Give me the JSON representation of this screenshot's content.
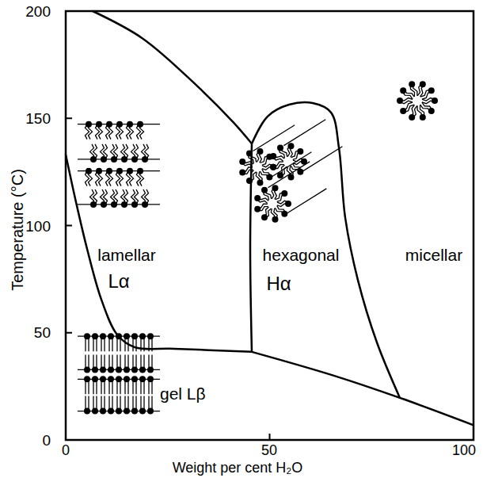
{
  "diagram": {
    "labels": [
      "200",
      "150",
      "100",
      "50",
      "0",
      "0",
      "50",
      "100",
      "Temperature (°C)",
      "Weight per cent H₂O",
      "lamellar",
      "Lα",
      "hexagonal",
      "Hα",
      "micellar",
      "gel Lβ"
    ]
  }
}
